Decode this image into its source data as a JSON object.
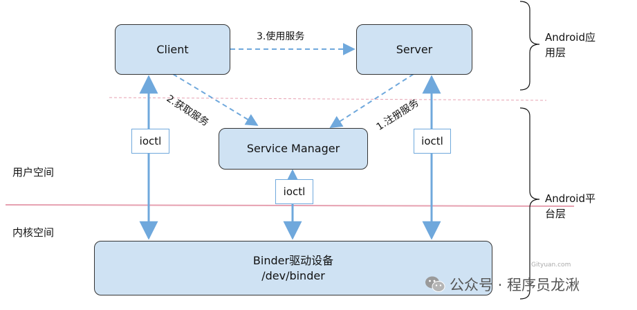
{
  "nodes": {
    "client": "Client",
    "server": "Server",
    "service_manager": "Service Manager",
    "binder_line1": "Binder驱动设备",
    "binder_line2": "/dev/binder"
  },
  "edges": {
    "use_service": "3.使用服务",
    "get_service": "2.获取服务",
    "register_service": "1.注册服务"
  },
  "ioctl": {
    "left": "ioctl",
    "middle": "ioctl",
    "right": "ioctl"
  },
  "regions": {
    "user_space": "用户空间",
    "kernel_space": "内核空间"
  },
  "layers": {
    "app_layer_line1": "Android应",
    "app_layer_line2": "用层",
    "platform_layer_line1": "Android平",
    "platform_layer_line2": "台层"
  },
  "watermark": {
    "site": "Gityuan.com",
    "account": "公众号 · 程序员龙湫"
  },
  "colors": {
    "box_fill": "#cfe2f3",
    "arrow": "#6fa8dc",
    "divider": "#e6a0b0"
  }
}
